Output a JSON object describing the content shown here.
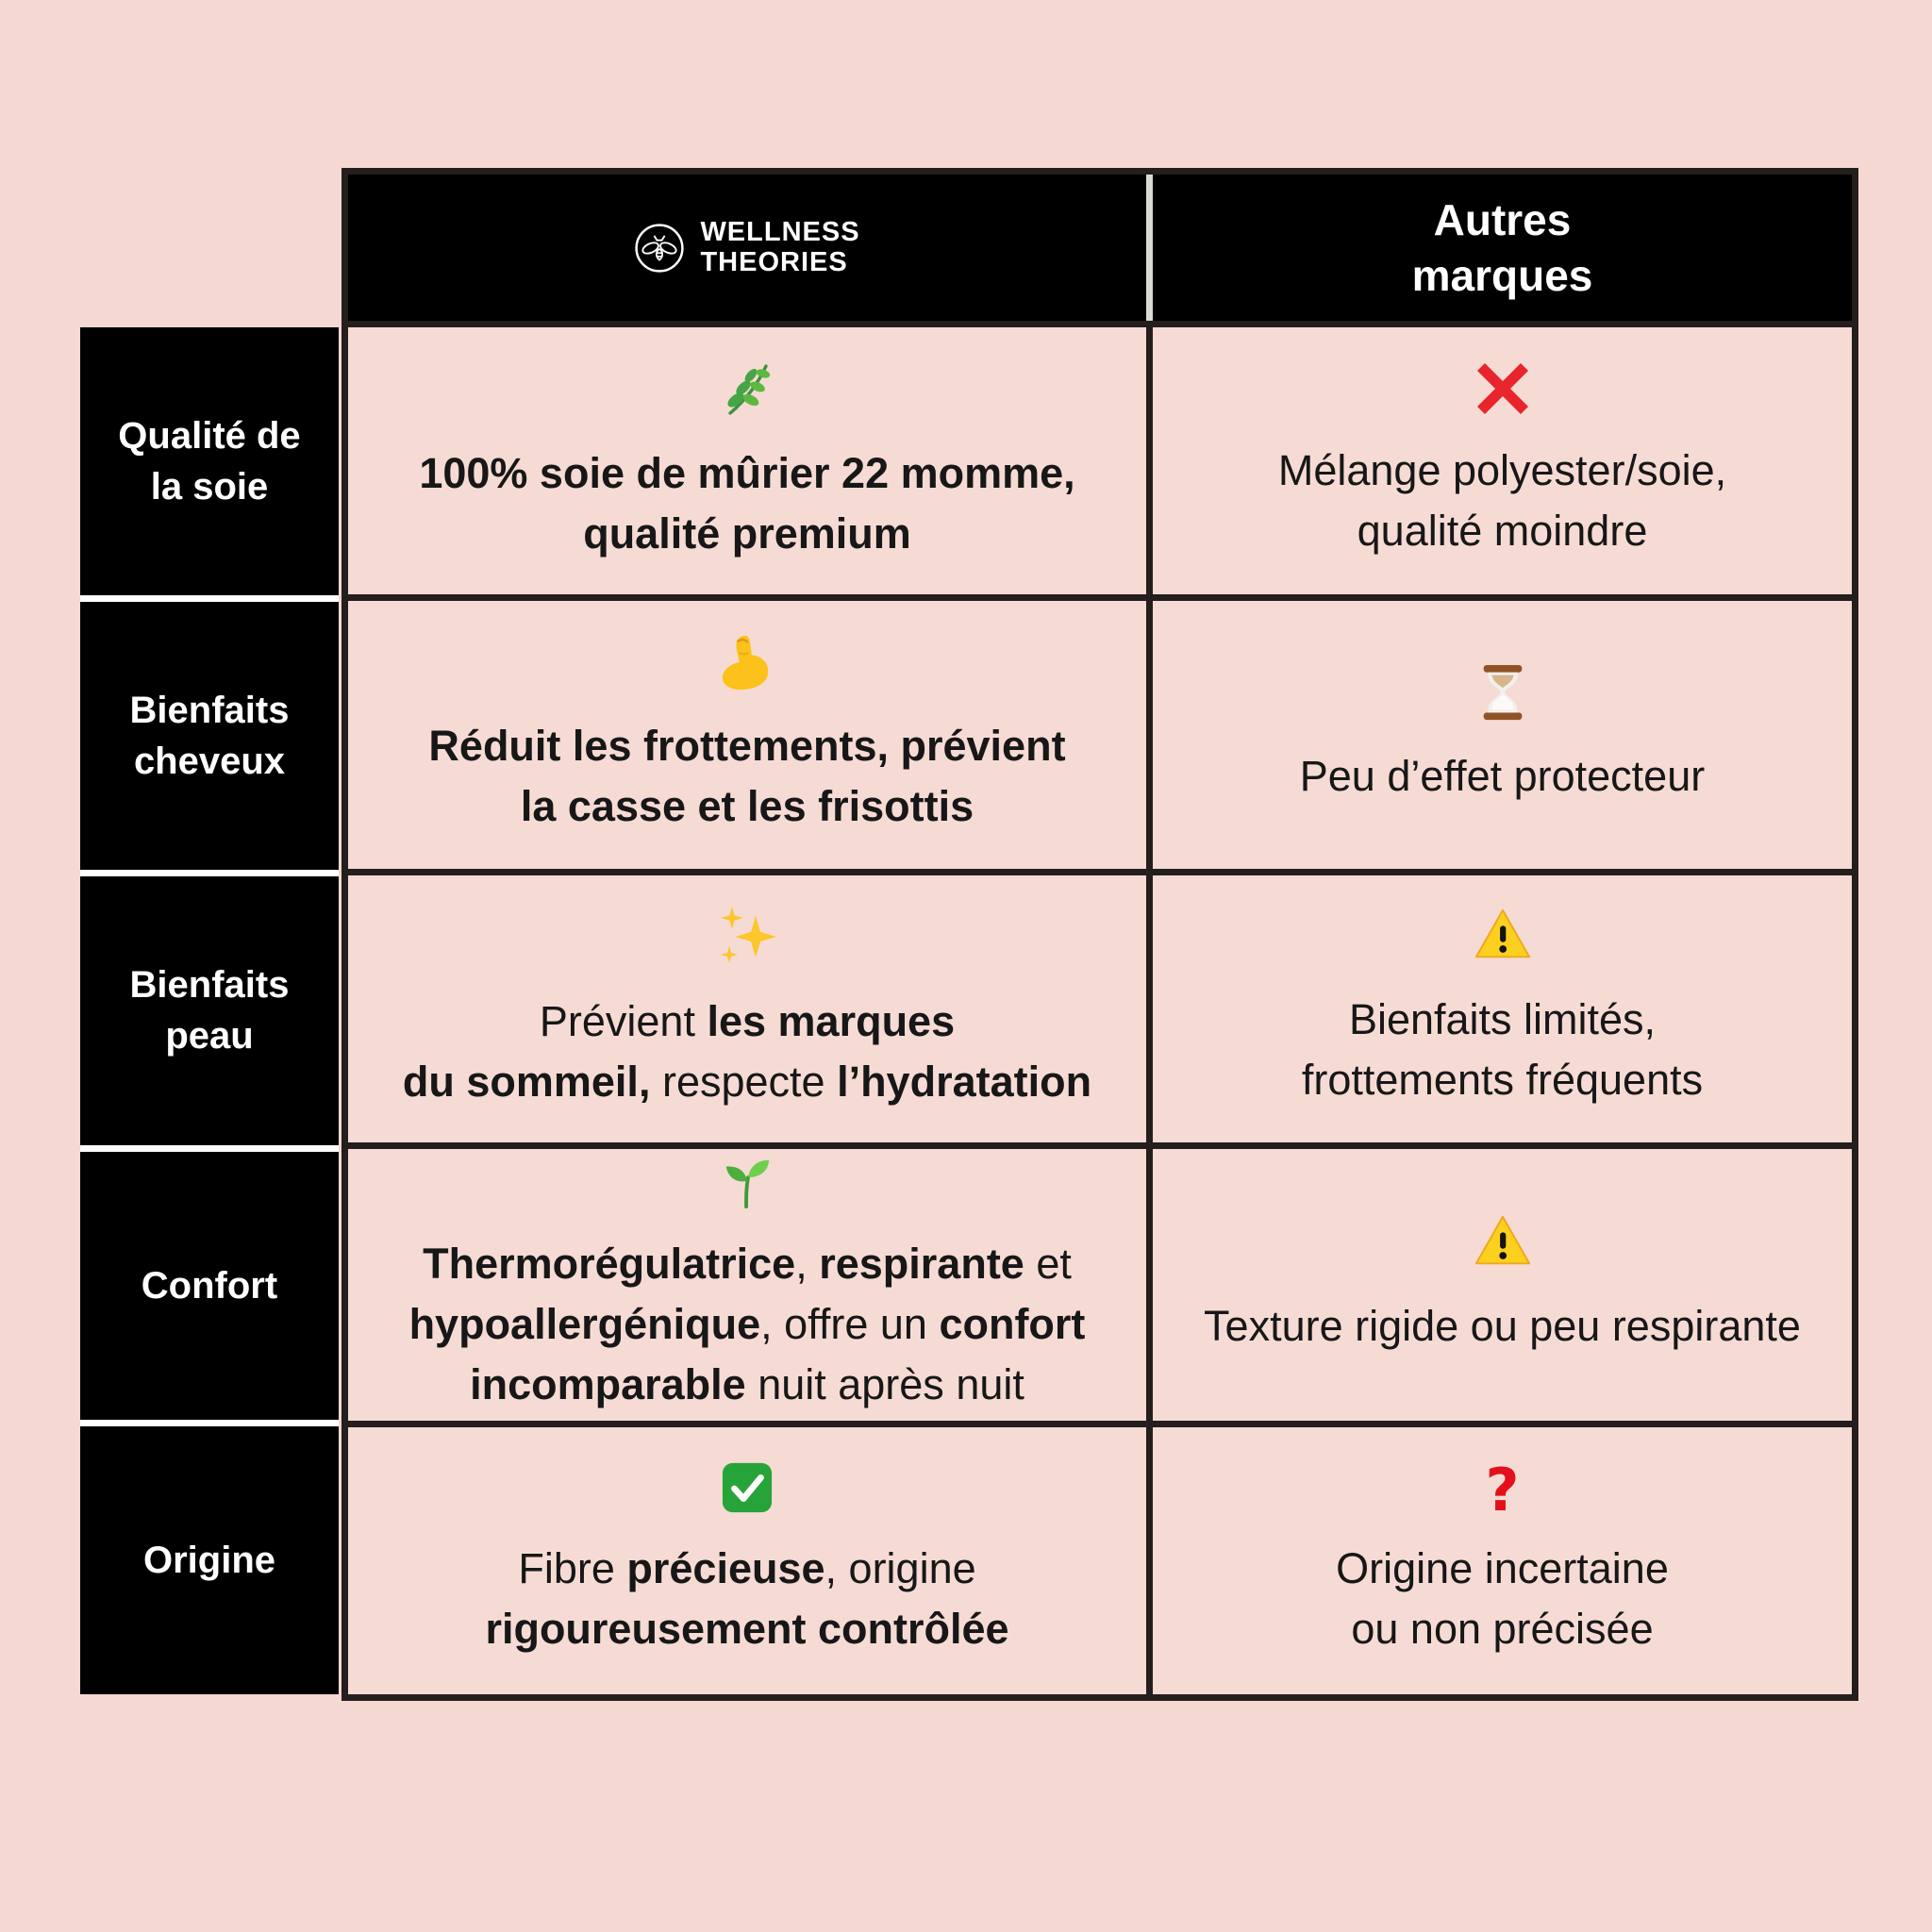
{
  "colors": {
    "page_background": "#f5d8d1",
    "cell_background": "#f6dbd4",
    "table_border": "#241e1d",
    "header_background": "#000000",
    "accent_red": "#e8252c",
    "accent_yellow": "#fcd01f",
    "accent_green": "#27a439"
  },
  "header": {
    "brand": {
      "line1": "WELLNESS",
      "line2": "THEORIES",
      "logo": "bee-logo"
    },
    "competitor": {
      "label": "Autres\nmarques"
    }
  },
  "rows": [
    {
      "label": "Qualité de\nla soie",
      "wellness": {
        "icon": "herb",
        "parts": [
          {
            "text": "100% soie de mûrier 22 momme,\nqualité premium",
            "bold": true
          }
        ]
      },
      "others": {
        "icon": "cross-mark",
        "parts": [
          {
            "text": "Mélange polyester/soie,\nqualité moindre",
            "bold": false
          }
        ]
      }
    },
    {
      "label": "Bienfaits\ncheveux",
      "wellness": {
        "icon": "flexed-biceps",
        "parts": [
          {
            "text": "Réduit les frottements, prévient\nla casse et les frisottis",
            "bold": true
          }
        ]
      },
      "others": {
        "icon": "hourglass",
        "parts": [
          {
            "text": "Peu d’effet protecteur",
            "bold": false
          }
        ]
      }
    },
    {
      "label": "Bienfaits\npeau",
      "wellness": {
        "icon": "sparkles",
        "parts": [
          {
            "text": "Prévient ",
            "bold": false
          },
          {
            "text": "les marques\ndu sommeil,",
            "bold": true
          },
          {
            "text": " respecte ",
            "bold": false
          },
          {
            "text": "l’hydratation",
            "bold": true
          }
        ]
      },
      "others": {
        "icon": "warning",
        "parts": [
          {
            "text": "Bienfaits limités,\nfrottements fréquents",
            "bold": false
          }
        ]
      }
    },
    {
      "label": "Confort",
      "wellness": {
        "icon": "seedling",
        "parts": [
          {
            "text": "Thermorégulatrice",
            "bold": true
          },
          {
            "text": ", ",
            "bold": false
          },
          {
            "text": "respirante",
            "bold": true
          },
          {
            "text": " et\n",
            "bold": false
          },
          {
            "text": "hypoallergénique",
            "bold": true
          },
          {
            "text": ", offre un ",
            "bold": false
          },
          {
            "text": "confort\nincomparable",
            "bold": true
          },
          {
            "text": " nuit après nuit",
            "bold": false
          }
        ]
      },
      "others": {
        "icon": "warning",
        "parts": [
          {
            "text": "Texture rigide ou peu respirante",
            "bold": false
          }
        ]
      }
    },
    {
      "label": "Origine",
      "wellness": {
        "icon": "check-mark",
        "parts": [
          {
            "text": "Fibre ",
            "bold": false
          },
          {
            "text": "précieuse",
            "bold": true
          },
          {
            "text": ", origine\n",
            "bold": false
          },
          {
            "text": "rigoureusement contrôlée",
            "bold": true
          }
        ]
      },
      "others": {
        "icon": "red-question-mark",
        "glyph": "?",
        "parts": [
          {
            "text": "Origine incertaine\nou non précisée",
            "bold": false
          }
        ]
      }
    }
  ]
}
